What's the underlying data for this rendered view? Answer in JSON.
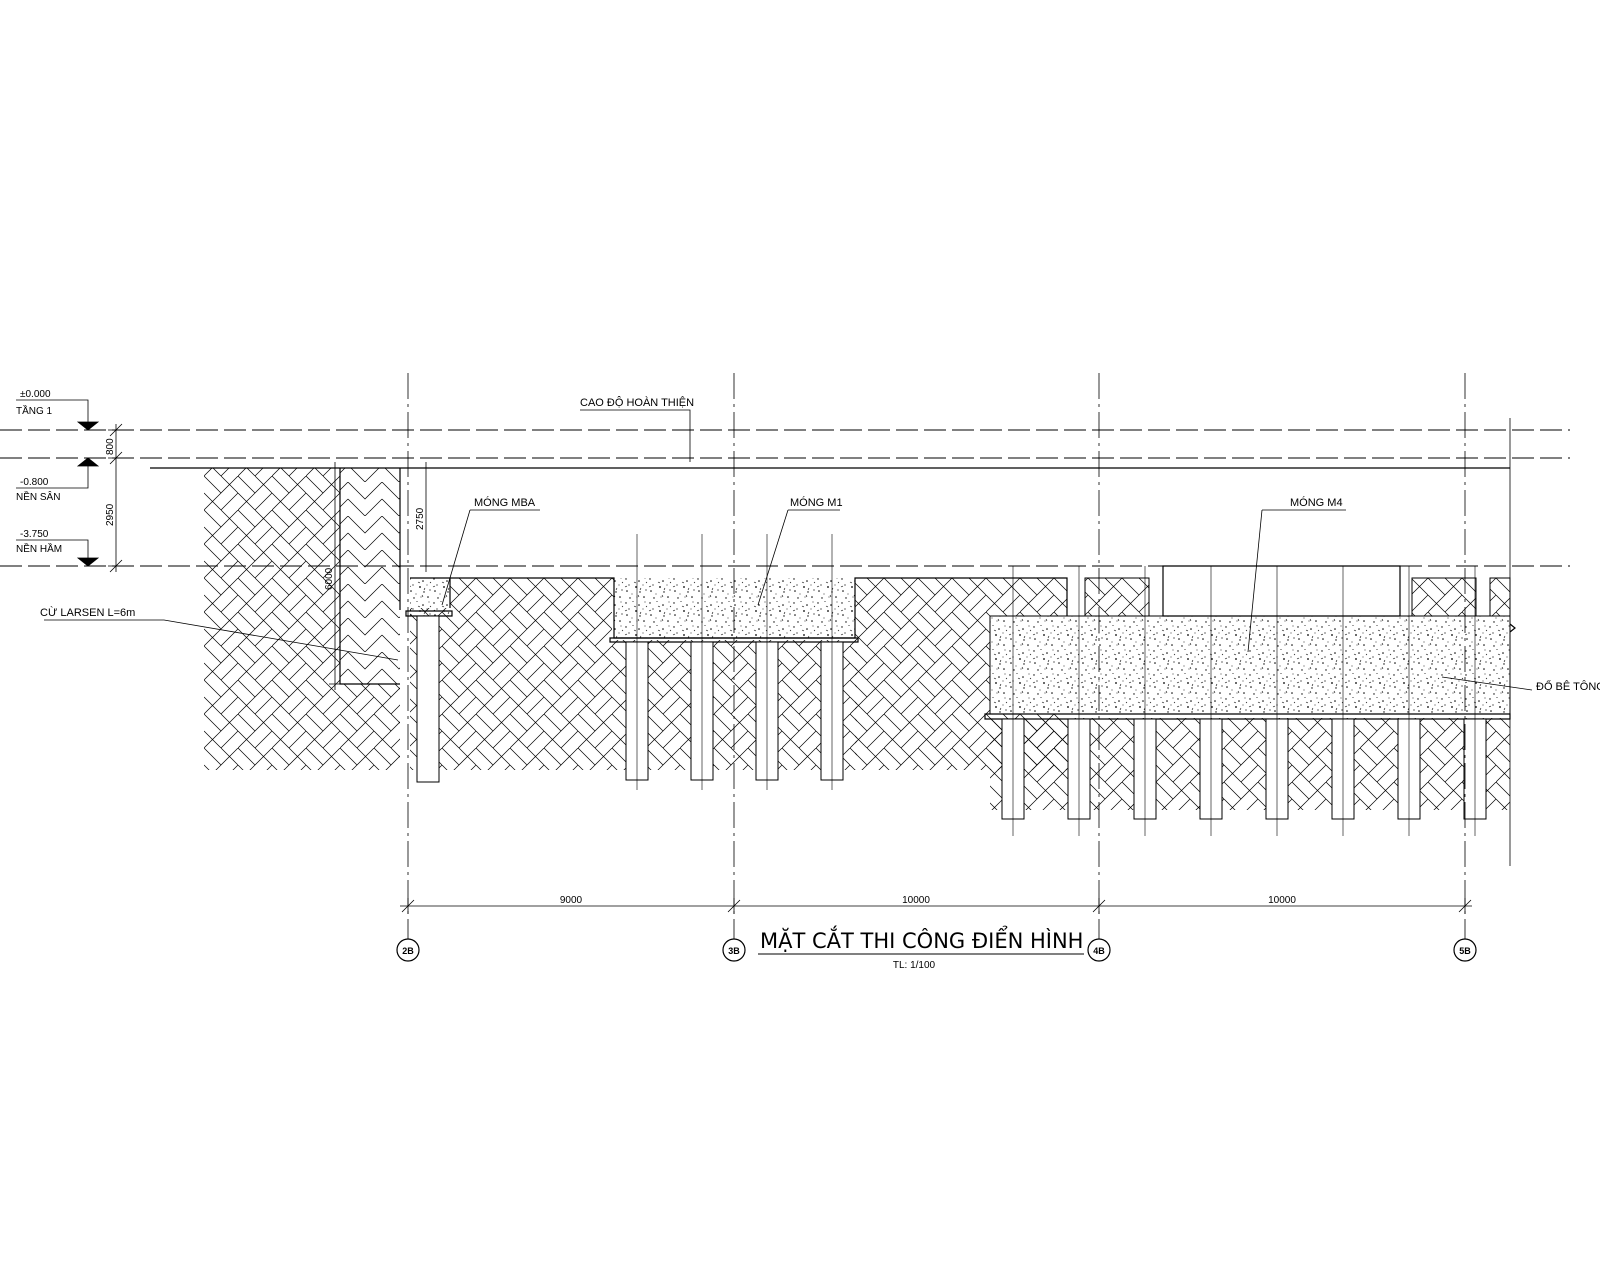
{
  "drawing": {
    "title": "MẶT CẮT THI CÔNG ĐIỂN HÌNH",
    "scale": "TL: 1/100"
  },
  "levels": [
    {
      "value": "±0.000",
      "name": "TẦNG 1"
    },
    {
      "value": "-0.800",
      "name": "NỀN SÂN"
    },
    {
      "value": "-3.750",
      "name": "NỀN HẦM"
    }
  ],
  "vertical_dimensions": [
    "800",
    "2950",
    "2750",
    "6000"
  ],
  "grid_axes": [
    "2B",
    "3B",
    "4B",
    "5B"
  ],
  "spans": [
    "9000",
    "10000",
    "10000"
  ],
  "labels": {
    "finish_level": "CAO ĐỘ HOÀN THIỆN",
    "mong_mba": "MÓNG MBA",
    "mong_m1": "MÓNG M1",
    "mong_m4": "MÓNG M4",
    "cu_larsen": "CỪ LARSEN L=6m",
    "do_be_tong": "ĐỔ BÊ TÔNG"
  }
}
